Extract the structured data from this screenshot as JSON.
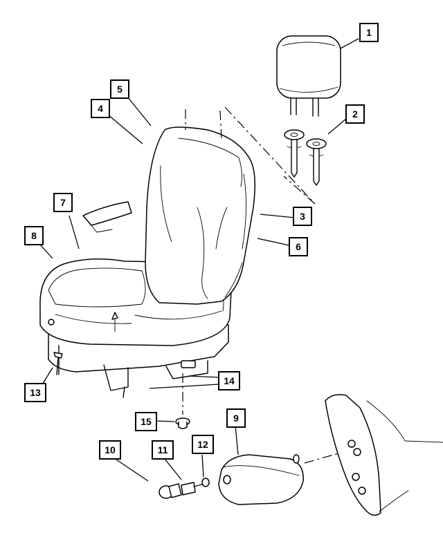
{
  "diagram": {
    "callouts": [
      {
        "id": "callout-1",
        "text": "1"
      },
      {
        "id": "callout-2",
        "text": "2"
      },
      {
        "id": "callout-3",
        "text": "3"
      },
      {
        "id": "callout-4",
        "text": "4"
      },
      {
        "id": "callout-5",
        "text": "5"
      },
      {
        "id": "callout-6",
        "text": "6"
      },
      {
        "id": "callout-7",
        "text": "7"
      },
      {
        "id": "callout-8",
        "text": "8"
      },
      {
        "id": "callout-9",
        "text": "9"
      },
      {
        "id": "callout-10",
        "text": "10"
      },
      {
        "id": "callout-11",
        "text": "11"
      },
      {
        "id": "callout-12",
        "text": "12"
      },
      {
        "id": "callout-13",
        "text": "13"
      },
      {
        "id": "callout-14",
        "text": "14"
      },
      {
        "id": "callout-15",
        "text": "15"
      }
    ],
    "colors": {
      "line": "#000000",
      "background": "#ffffff"
    }
  }
}
